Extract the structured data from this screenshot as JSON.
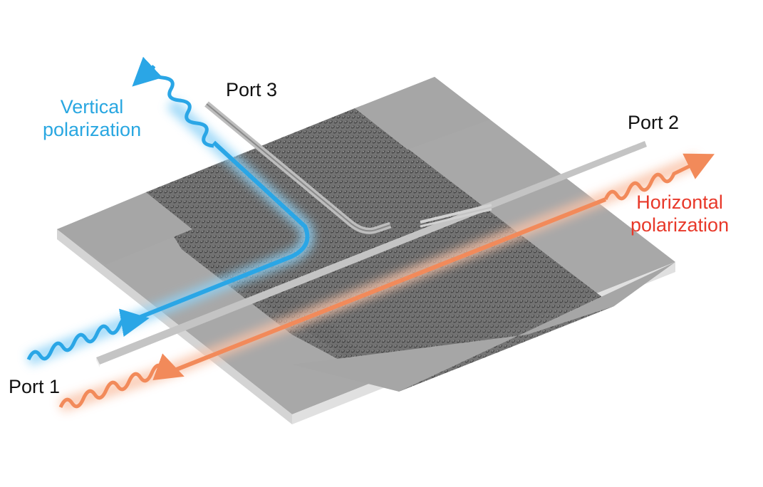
{
  "labels": {
    "port1": "Port 1",
    "port2": "Port 2",
    "port3": "Port 3",
    "vertical": [
      "Vertical",
      "polarization"
    ],
    "horizontal": [
      "Horizontal",
      "polarization"
    ]
  },
  "colors": {
    "vertical": "#2aa6e6",
    "vertical_glow": "#8fd3f7",
    "horizontal": "#f28a5a",
    "horizontal_glow": "#f9c3a8",
    "vertical_text": "#29a7e1",
    "horizontal_text": "#e8392a",
    "slab_top": "#a8a8a8",
    "slab_side": "#d6d6d6",
    "crystal": "#6e6e6e",
    "waveguide": "#c2c2c2"
  }
}
